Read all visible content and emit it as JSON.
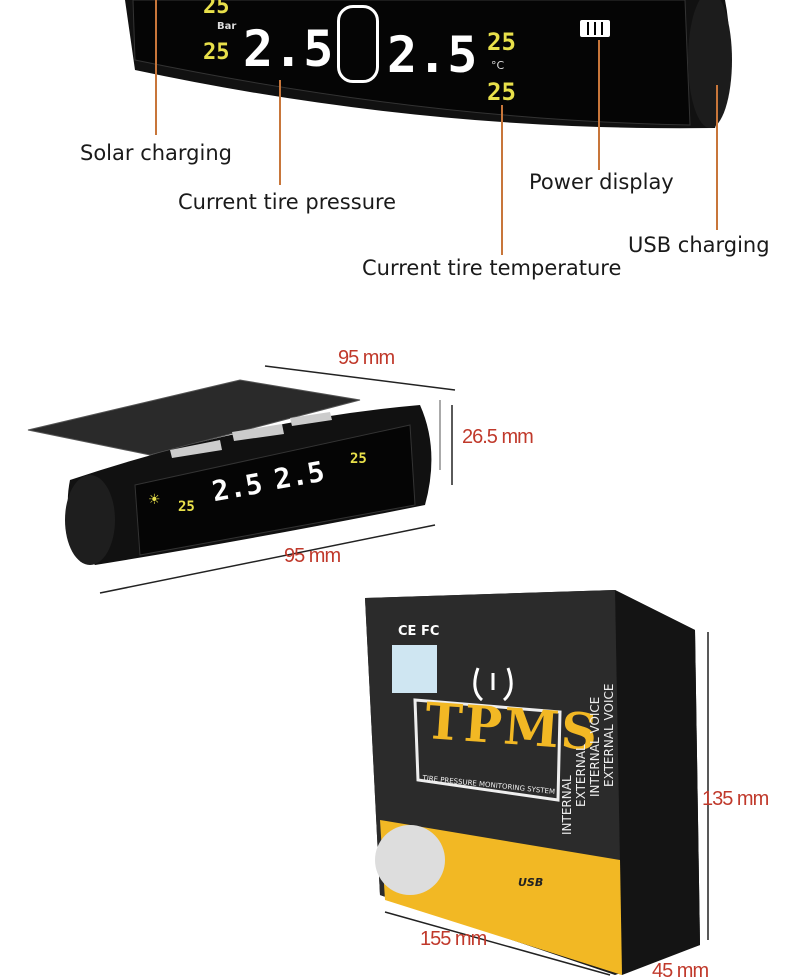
{
  "callouts": {
    "solar_charging": "Solar charging",
    "current_tire_pressure": "Current tire pressure",
    "power_display": "Power display",
    "usb_charging": "USB charging",
    "current_tire_temperature": "Current tire temperature"
  },
  "display": {
    "pressure": "2.5",
    "temperature": "25",
    "unit_bar": "Bar",
    "unit_celsius": "°C"
  },
  "dimensions": {
    "device_length_top": "95 mm",
    "device_height": "26.5 mm",
    "device_length_bottom": "95 mm",
    "box_height": "135 mm",
    "box_width": "155 mm",
    "box_depth": "45 mm"
  },
  "box": {
    "certifications": "CE FC",
    "title": "TPMS",
    "subtitle": "TIRE PRESSURE MONITORING SYSTEM",
    "side_options": [
      "INTERNAL",
      "EXTERNAL",
      "INTERNAL VOICE",
      "EXTERNAL VOICE"
    ],
    "usb_mark": "USB"
  },
  "colors": {
    "accent_line": "#c8763a",
    "dimension_text": "#c0392b",
    "lcd_yellow": "#e8e04a",
    "box_yellow": "#f2b824"
  }
}
